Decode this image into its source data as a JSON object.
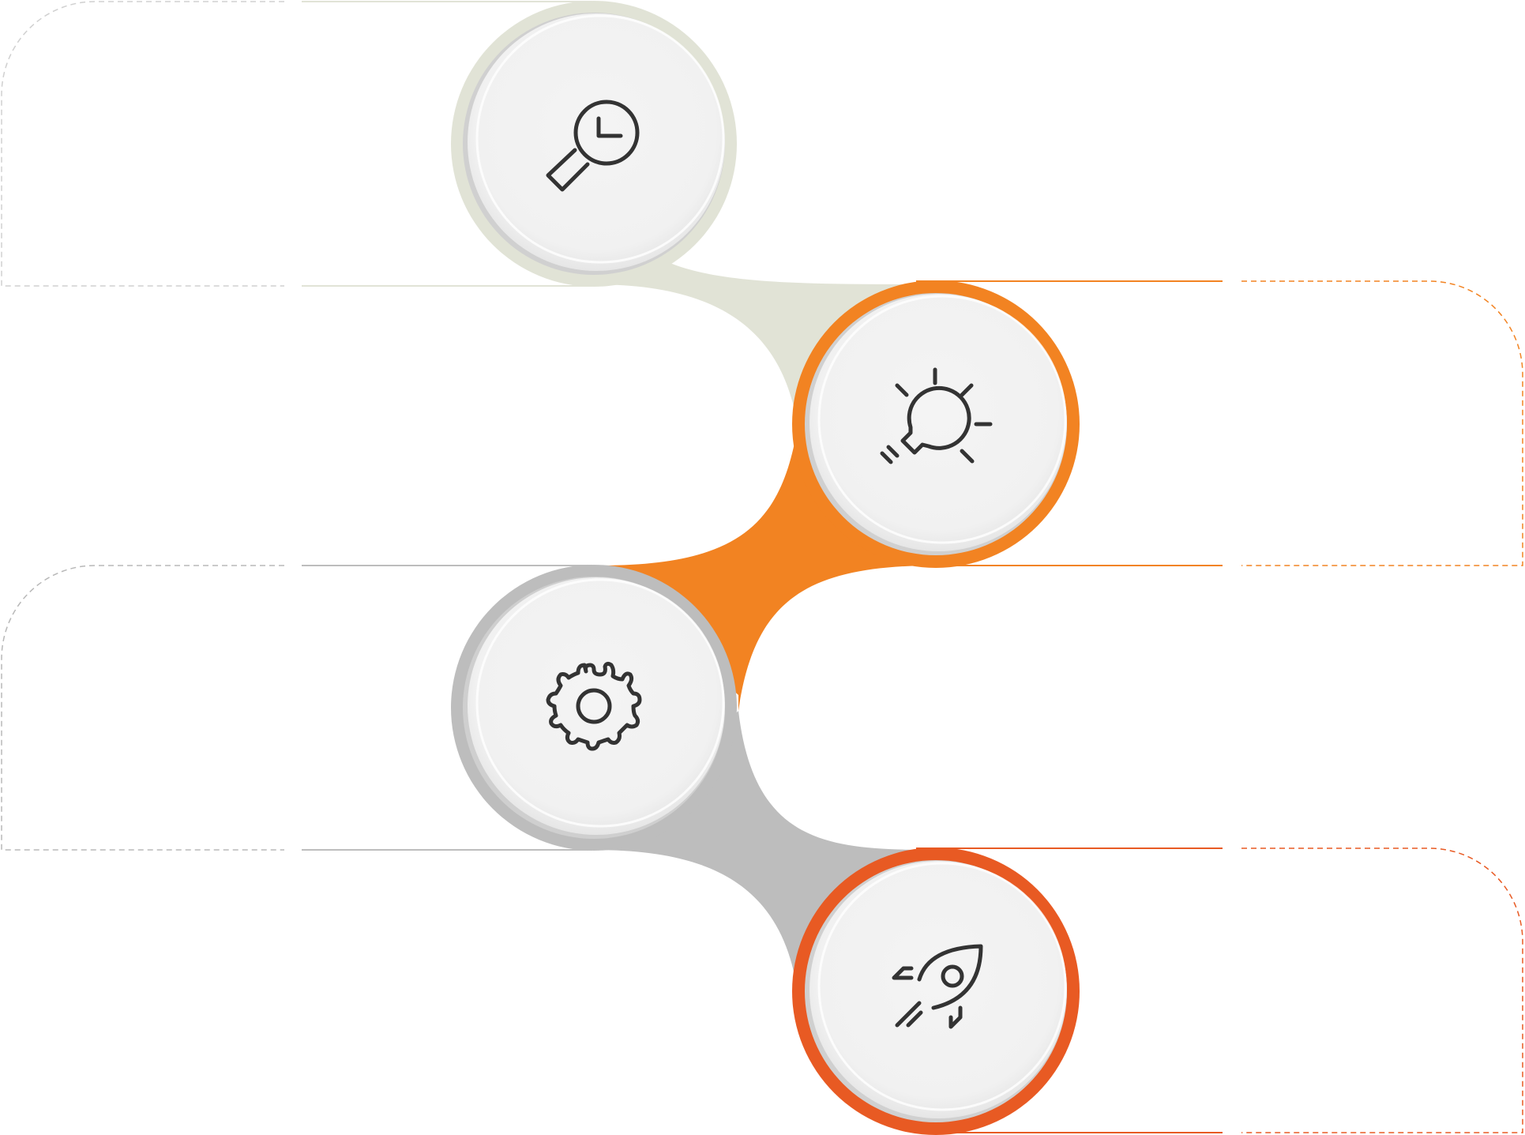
{
  "colors": {
    "background": "#ffffff",
    "step1_ring": "#e1e3d6",
    "step2_ring": "#f28322",
    "step3_ring": "#bdbdbd",
    "step4_ring": "#e85a23",
    "disc_fill": "#f2f2f2",
    "icon_stroke": "#333333"
  },
  "steps": [
    {
      "id": "step-1",
      "icon": "search-time-icon",
      "side": "left"
    },
    {
      "id": "step-2",
      "icon": "lightbulb-icon",
      "side": "right"
    },
    {
      "id": "step-3",
      "icon": "gear-icon",
      "side": "left"
    },
    {
      "id": "step-4",
      "icon": "rocket-icon",
      "side": "right"
    }
  ]
}
